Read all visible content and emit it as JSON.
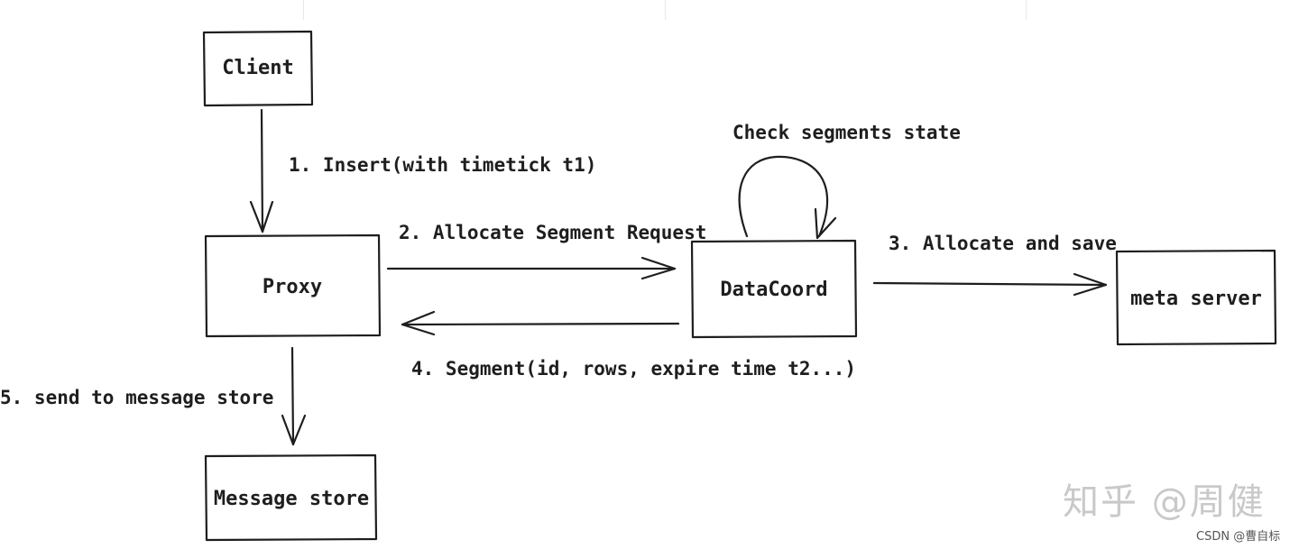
{
  "nodes": {
    "client": "Client",
    "proxy": "Proxy",
    "datacoord": "DataCoord",
    "meta_server": "meta server",
    "message_store": "Message store"
  },
  "edges": {
    "insert": "1. Insert(with timetick t1)",
    "allocate_request": "2. Allocate Segment Request",
    "allocate_save": "3. Allocate and save",
    "segment_reply": "4. Segment(id, rows, expire time t2...)",
    "send_store": "5. send to message store",
    "check_state": "Check segments state"
  },
  "watermark": "知乎 @周健",
  "credit": "CSDN @曹自标",
  "colors": {
    "ink": "#1e1e1e",
    "watermark": "#c9c9c9",
    "credit": "#555555"
  }
}
